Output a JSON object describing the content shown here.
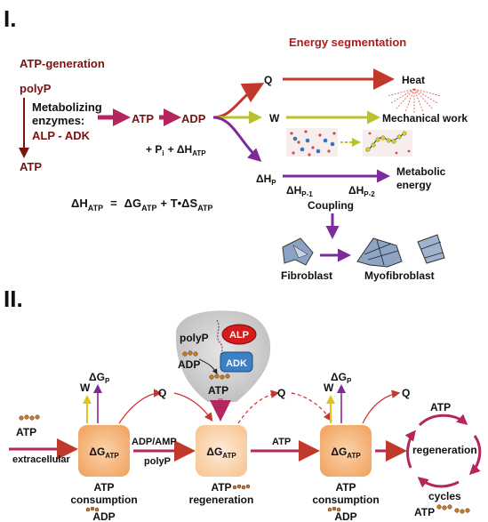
{
  "panel_i": {
    "label": "I.",
    "energy_title": "Energy segmentation",
    "atp_generation": "ATP-generation",
    "polyp": "polyP",
    "metab_1": "Metabolizing",
    "metab_2": "enzymes:",
    "alp_adk": "ALP - ADK",
    "atp_left": "ATP",
    "atp_mid": "ATP",
    "adp_mid": "ADP",
    "pi_eq": {
      "plus1": "+ P",
      "i": "i",
      "plus2": "+ ΔH",
      "atp_sub": "ATP"
    },
    "q": "Q",
    "w": "W",
    "dhp": {
      "d": "ΔH",
      "sub": "P"
    },
    "heat": "Heat",
    "mech": "Mechanical work",
    "metabolic_1": "Metabolic",
    "metabolic_2": "energy",
    "dhp1": {
      "d": "ΔH",
      "sub": "P-1"
    },
    "dhp2": {
      "d": "ΔH",
      "sub": "P-2"
    },
    "coupling": "Coupling",
    "formula": {
      "lhs": "ΔH",
      "lhs_sub": "ATP",
      "eq": "=",
      "g": "ΔG",
      "g_sub": "ATP",
      "plus": "+ T•ΔS",
      "s_sub": "ATP"
    },
    "fibroblast": "Fibroblast",
    "myofibroblast": "Myofibroblast"
  },
  "panel_ii": {
    "label": "II.",
    "polyp": "polyP",
    "alp": "ALP",
    "adk": "ADK",
    "adp_top": "ADP",
    "atp_top": "ATP",
    "dgp1": {
      "d": "ΔG",
      "sub": "P"
    },
    "dgp2": {
      "d": "ΔG",
      "sub": "P"
    },
    "w1": "W",
    "w2": "W",
    "q1": "Q",
    "q2": "Q",
    "q3": "Q",
    "atp_in": "ATP",
    "extracellular": "extracellular",
    "box_label": {
      "d": "ΔG",
      "sub": "ATP"
    },
    "adp_amp": "ADP/AMP",
    "polyp_arrow": "polyP",
    "atp_arrow": "ATP",
    "b1_a": "ATP",
    "b1_b": "consumption",
    "b1_c": "ADP",
    "b2_a": "ATP",
    "b2_b": "regeneration",
    "b3_a": "ATP",
    "b3_b": "consumption",
    "b3_c": "ADP",
    "cycle_atp": "ATP",
    "regeneration": "regeneration",
    "cycles": "cycles",
    "cycle_atp_bottom": "ATP"
  },
  "colors": {
    "dark_red": "#7a1212",
    "red": "#c0392b",
    "magenta": "#b5255f",
    "purple": "#7d2a9a",
    "olive": "#b9c22a",
    "box_orange": "#f4b27a",
    "box_light": "#fbd3a9",
    "alp_red": "#d51b1b",
    "adk_blue": "#3b7fc4"
  }
}
